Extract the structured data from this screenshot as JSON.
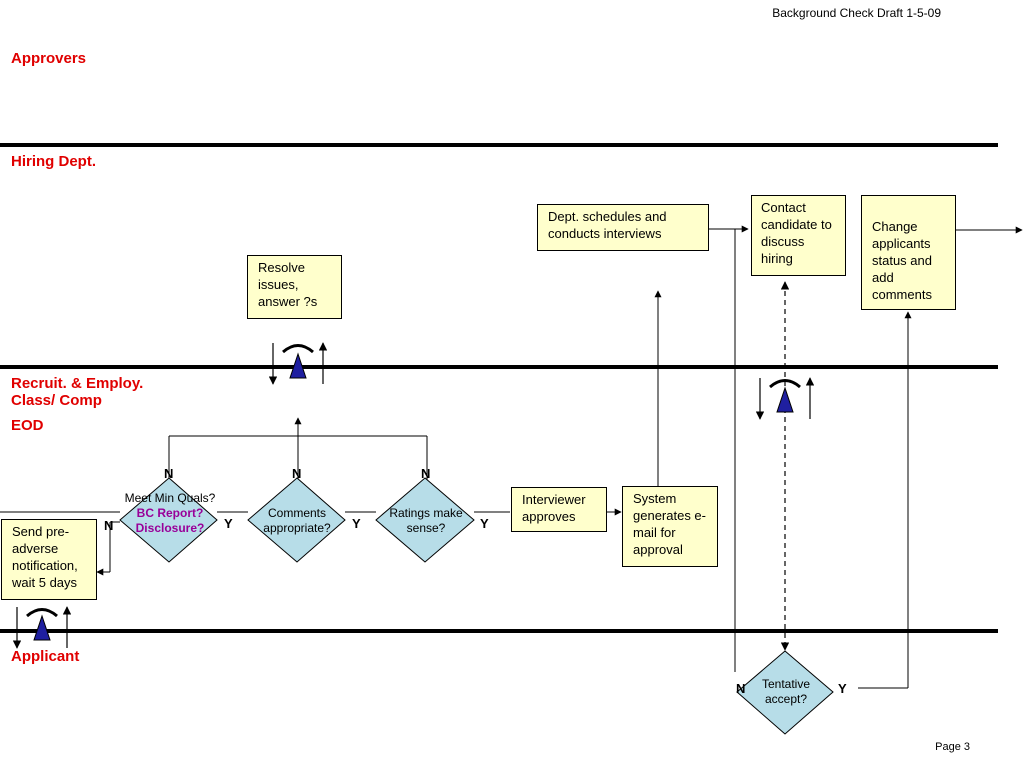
{
  "header": {
    "title": "Background Check Draft 1-5-09"
  },
  "footer": {
    "page": "Page 3"
  },
  "lanes": {
    "approvers": "Approvers",
    "hiring": "Hiring Dept.",
    "recruit_line1": "Recruit. & Employ.",
    "recruit_line2": "Class/ Comp",
    "eod": "EOD",
    "applicant": "Applicant"
  },
  "boxes": {
    "dept_schedules": "Dept. schedules and conducts interviews",
    "contact_candidate": "Contact candidate to discuss hiring",
    "change_applicants": "Change applicants status and add comments",
    "resolve_issues": "Resolve issues, answer ?s",
    "interviewer_approves": "Interviewer approves",
    "system_generates": "System generates e-mail for approval",
    "send_pre_adverse": "Send pre-adverse notification, wait 5 days"
  },
  "decisions": {
    "min_quals": {
      "line1": "Meet Min Quals?",
      "line2": "BC Report?",
      "line3": "Disclosure?"
    },
    "comments": {
      "line1": "Comments",
      "line2": "appropriate?"
    },
    "ratings": {
      "line1": "Ratings make",
      "line2": "sense?"
    },
    "tentative": {
      "line1": "Tentative",
      "line2": "accept?"
    }
  },
  "labels": {
    "no": "N",
    "yes": "Y"
  },
  "colors": {
    "lane_label": "#e00000",
    "box_fill": "#ffffcc",
    "diamond_fill": "#b7dde8",
    "marker_fill": "#1f1fa0",
    "purple_text": "#990099"
  },
  "icons": {
    "handoff": "handoff-marker-icon"
  }
}
